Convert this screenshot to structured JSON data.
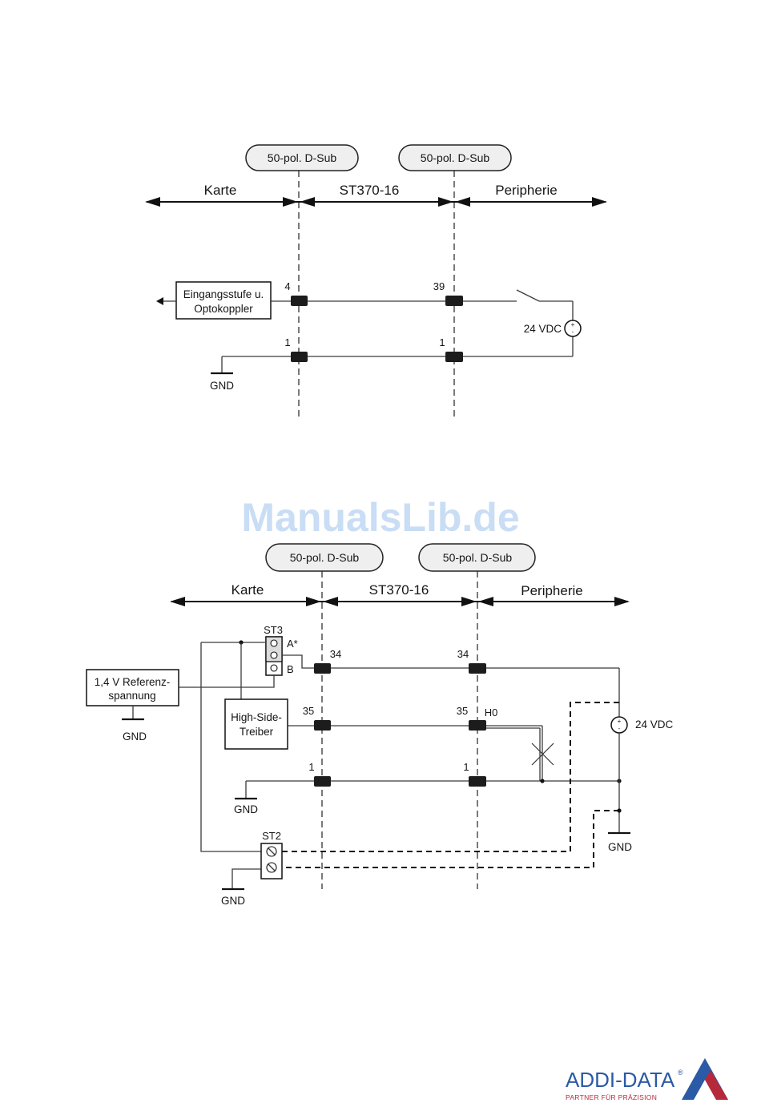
{
  "watermark": "ManualsLib.de",
  "diagram_top": {
    "connector_left": "50-pol. D-Sub",
    "connector_right": "50-pol. D-Sub",
    "zones": {
      "card": "Karte",
      "cable": "ST370-16",
      "periphery": "Peripherie"
    },
    "input_stage": {
      "line1": "Eingangsstufe u.",
      "line2": "Optokoppler"
    },
    "pins": {
      "signal_card": "4",
      "signal_periphery": "39",
      "gnd_card": "1",
      "gnd_periphery": "1"
    },
    "supply": {
      "label": "24 VDC",
      "plus": "+",
      "minus": "-"
    },
    "gnd": "GND"
  },
  "diagram_bottom": {
    "connector_left": "50-pol. D-Sub",
    "connector_right": "50-pol. D-Sub",
    "zones": {
      "card": "Karte",
      "cable": "ST370-16",
      "periphery": "Peripherie"
    },
    "jumper_st3": {
      "label": "ST3",
      "pos_a": "A*",
      "pos_b": "B"
    },
    "reference": {
      "line1": "1,4 V Referenz-",
      "line2": "spannung"
    },
    "driver": {
      "line1": "High-Side-",
      "line2": "Treiber"
    },
    "pins": {
      "out_card": "34",
      "out_periphery": "34",
      "h0_card": "35",
      "h0_periphery": "35",
      "h0_label": "H0",
      "gnd_card": "1",
      "gnd_periphery": "1"
    },
    "supply": {
      "label": "24 VDC",
      "plus": "+",
      "minus": "-"
    },
    "gnd_reference": "GND",
    "gnd_card": "GND",
    "gnd_periphery": "GND",
    "gnd_st2": "GND",
    "terminal_st2": "ST2"
  },
  "logo": {
    "name": "ADDI-DATA",
    "registered": "®",
    "tagline": "PARTNER FÜR PRÄZISION"
  },
  "colors": {
    "line": "#111111",
    "watermark": "#c9ddf5",
    "logo_blue": "#2b5aa6",
    "logo_red": "#b5293b",
    "pill_fill": "#efefef"
  }
}
